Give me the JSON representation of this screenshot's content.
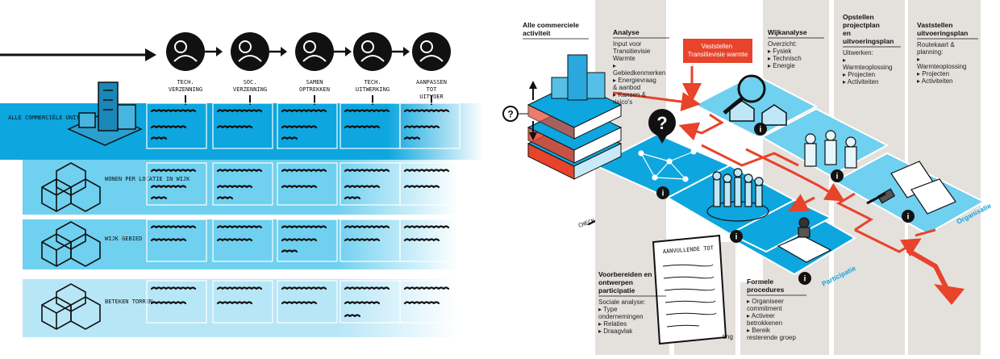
{
  "sketch": {
    "process_steps": [
      {
        "label": "TECH. VERZENNING",
        "icon": "technical-scan-icon"
      },
      {
        "label": "SOC. VERZENNING",
        "icon": "social-scan-icon"
      },
      {
        "label": "SAMEN OPTREKKEN",
        "icon": "joint-effort-icon"
      },
      {
        "label": "TECH. UITWERKING",
        "icon": "technical-elaboration-icon"
      },
      {
        "label": "AANPASSEN TOT UITVOER",
        "icon": "network-implementation-icon"
      }
    ],
    "rows": [
      {
        "label": "ALLE COMMERCIËLE UNITHEID"
      },
      {
        "label": "WONEN PER LOCATIE IN WIJK"
      },
      {
        "label": "WIJK GEBIED"
      },
      {
        "label": "BETEKEN TORREN"
      }
    ],
    "note": "CHECK VOOR TOT?",
    "paper_title": "AANVULLENDE TOT"
  },
  "final": {
    "top_left_label": "Alle commerciele activiteit",
    "question_mark": "?",
    "info_mark": "i",
    "vaststellen_callout": "Vaststellen Transitievisie warmte",
    "lane_labels": {
      "participatie": "Participatie",
      "organisatie": "Organisatie"
    },
    "columns": [
      {
        "title": "Analyse",
        "lines": [
          "Input voor Transitievisie Warmte",
          "▸ Gebiedkenmerken",
          "▸ Energievraag & aanbod",
          "▸ Kansen & risico's"
        ]
      },
      {
        "title": "Wijkanalyse",
        "lines": [
          "Overzicht:",
          "▸ Fysiek",
          "▸ Technisch",
          "▸ Energie"
        ]
      },
      {
        "title": "Opstellen projectplan en uitvoeringsplan",
        "lines": [
          "Uitwerken:",
          "▸ Warmteoplossing",
          "▸ Projecten",
          "▸ Activiteiten"
        ]
      },
      {
        "title": "Vaststellen uitvoeringsplan",
        "lines": [
          "Routekaart & planning:",
          "▸ Warmteoplossing",
          "▸ Projecten",
          "▸ Activiteiten"
        ]
      }
    ],
    "bottom_columns": [
      {
        "title": "Voorbereiden en ontwerpen participatie",
        "lines": [
          "Sociale analyse:",
          "▸ Type ondernemingen",
          "▸ Relaties",
          "▸ Draagvlak"
        ]
      },
      {
        "title": "Formele procedures",
        "lines": [
          "▸ Organiseer commitment",
          "▸ Activeer betrokkenen",
          "▸ Bereik resterende groep"
        ]
      }
    ],
    "cut_text": "ting"
  },
  "colors": {
    "blue": "#0da6df",
    "light_blue": "#6fd0f0",
    "pale_blue": "#b7e6f7",
    "red": "#e8432b",
    "grey": "#e4e1dd"
  }
}
